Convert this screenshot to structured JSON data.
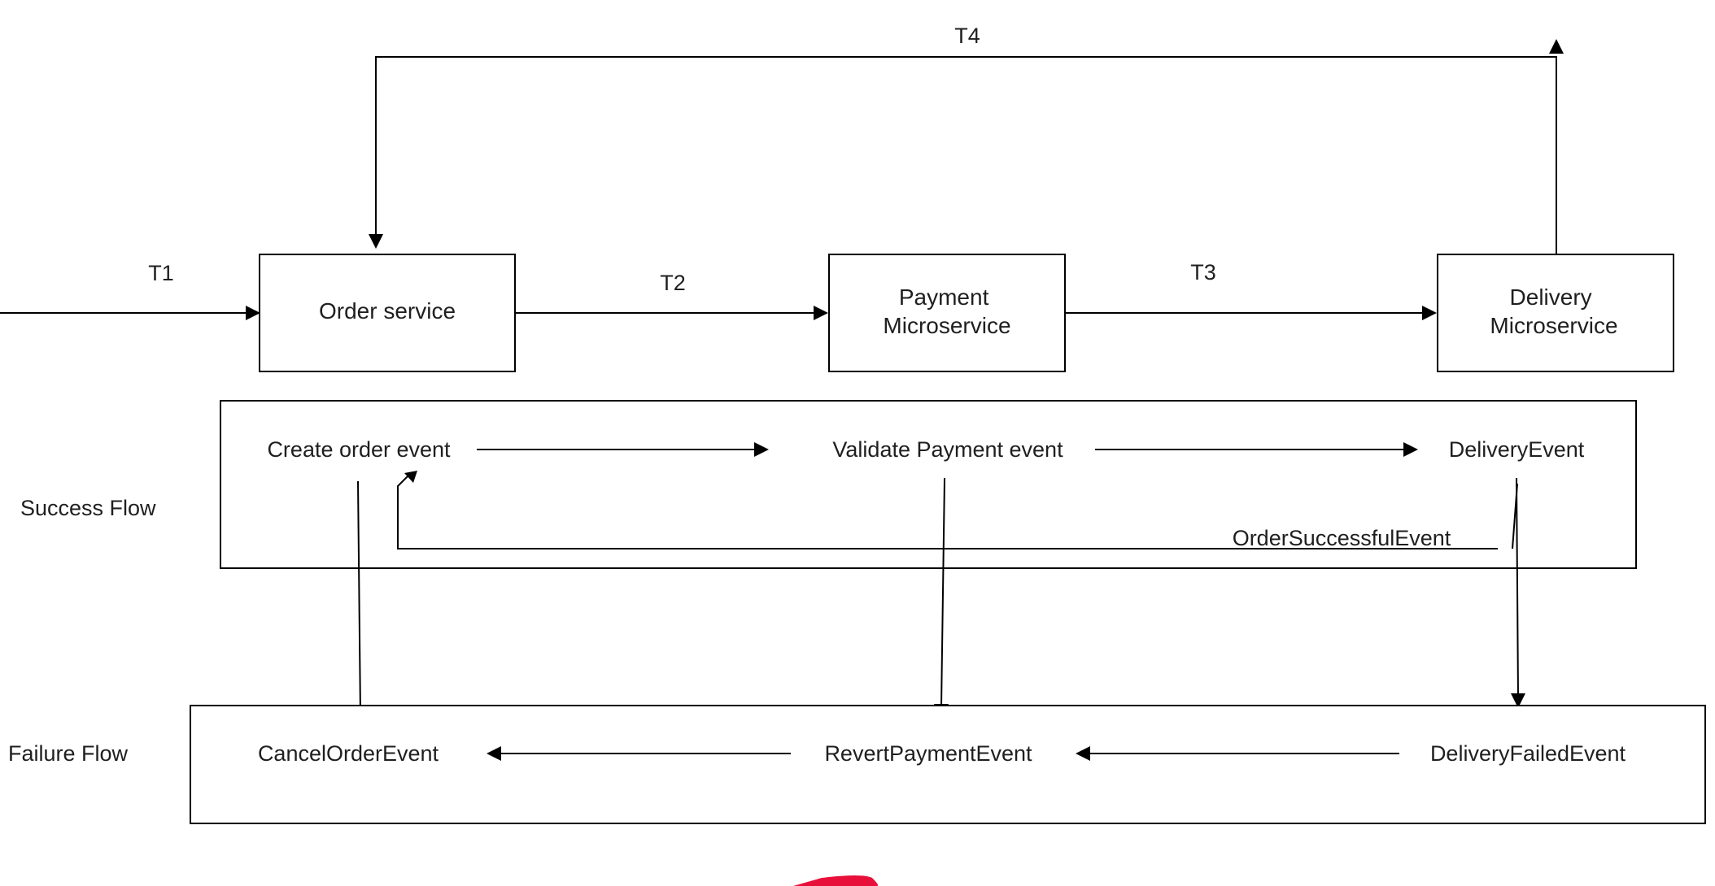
{
  "diagram": {
    "edge_labels": {
      "t1": "T1",
      "t2": "T2",
      "t3": "T3",
      "t4": "T4"
    },
    "nodes": {
      "order_service": [
        "Order service"
      ],
      "payment": [
        "Payment",
        "Microservice"
      ],
      "delivery": [
        "Delivery",
        "Microservice"
      ]
    },
    "success_flow": {
      "label": "Success Flow",
      "events": [
        "Create order event",
        "Validate Payment event",
        "DeliveryEvent"
      ],
      "return_event": "OrderSuccessfulEvent"
    },
    "failure_flow": {
      "label": "Failure Flow",
      "events": [
        "CancelOrderEvent",
        "RevertPaymentEvent",
        "DeliveryFailedEvent"
      ]
    }
  }
}
